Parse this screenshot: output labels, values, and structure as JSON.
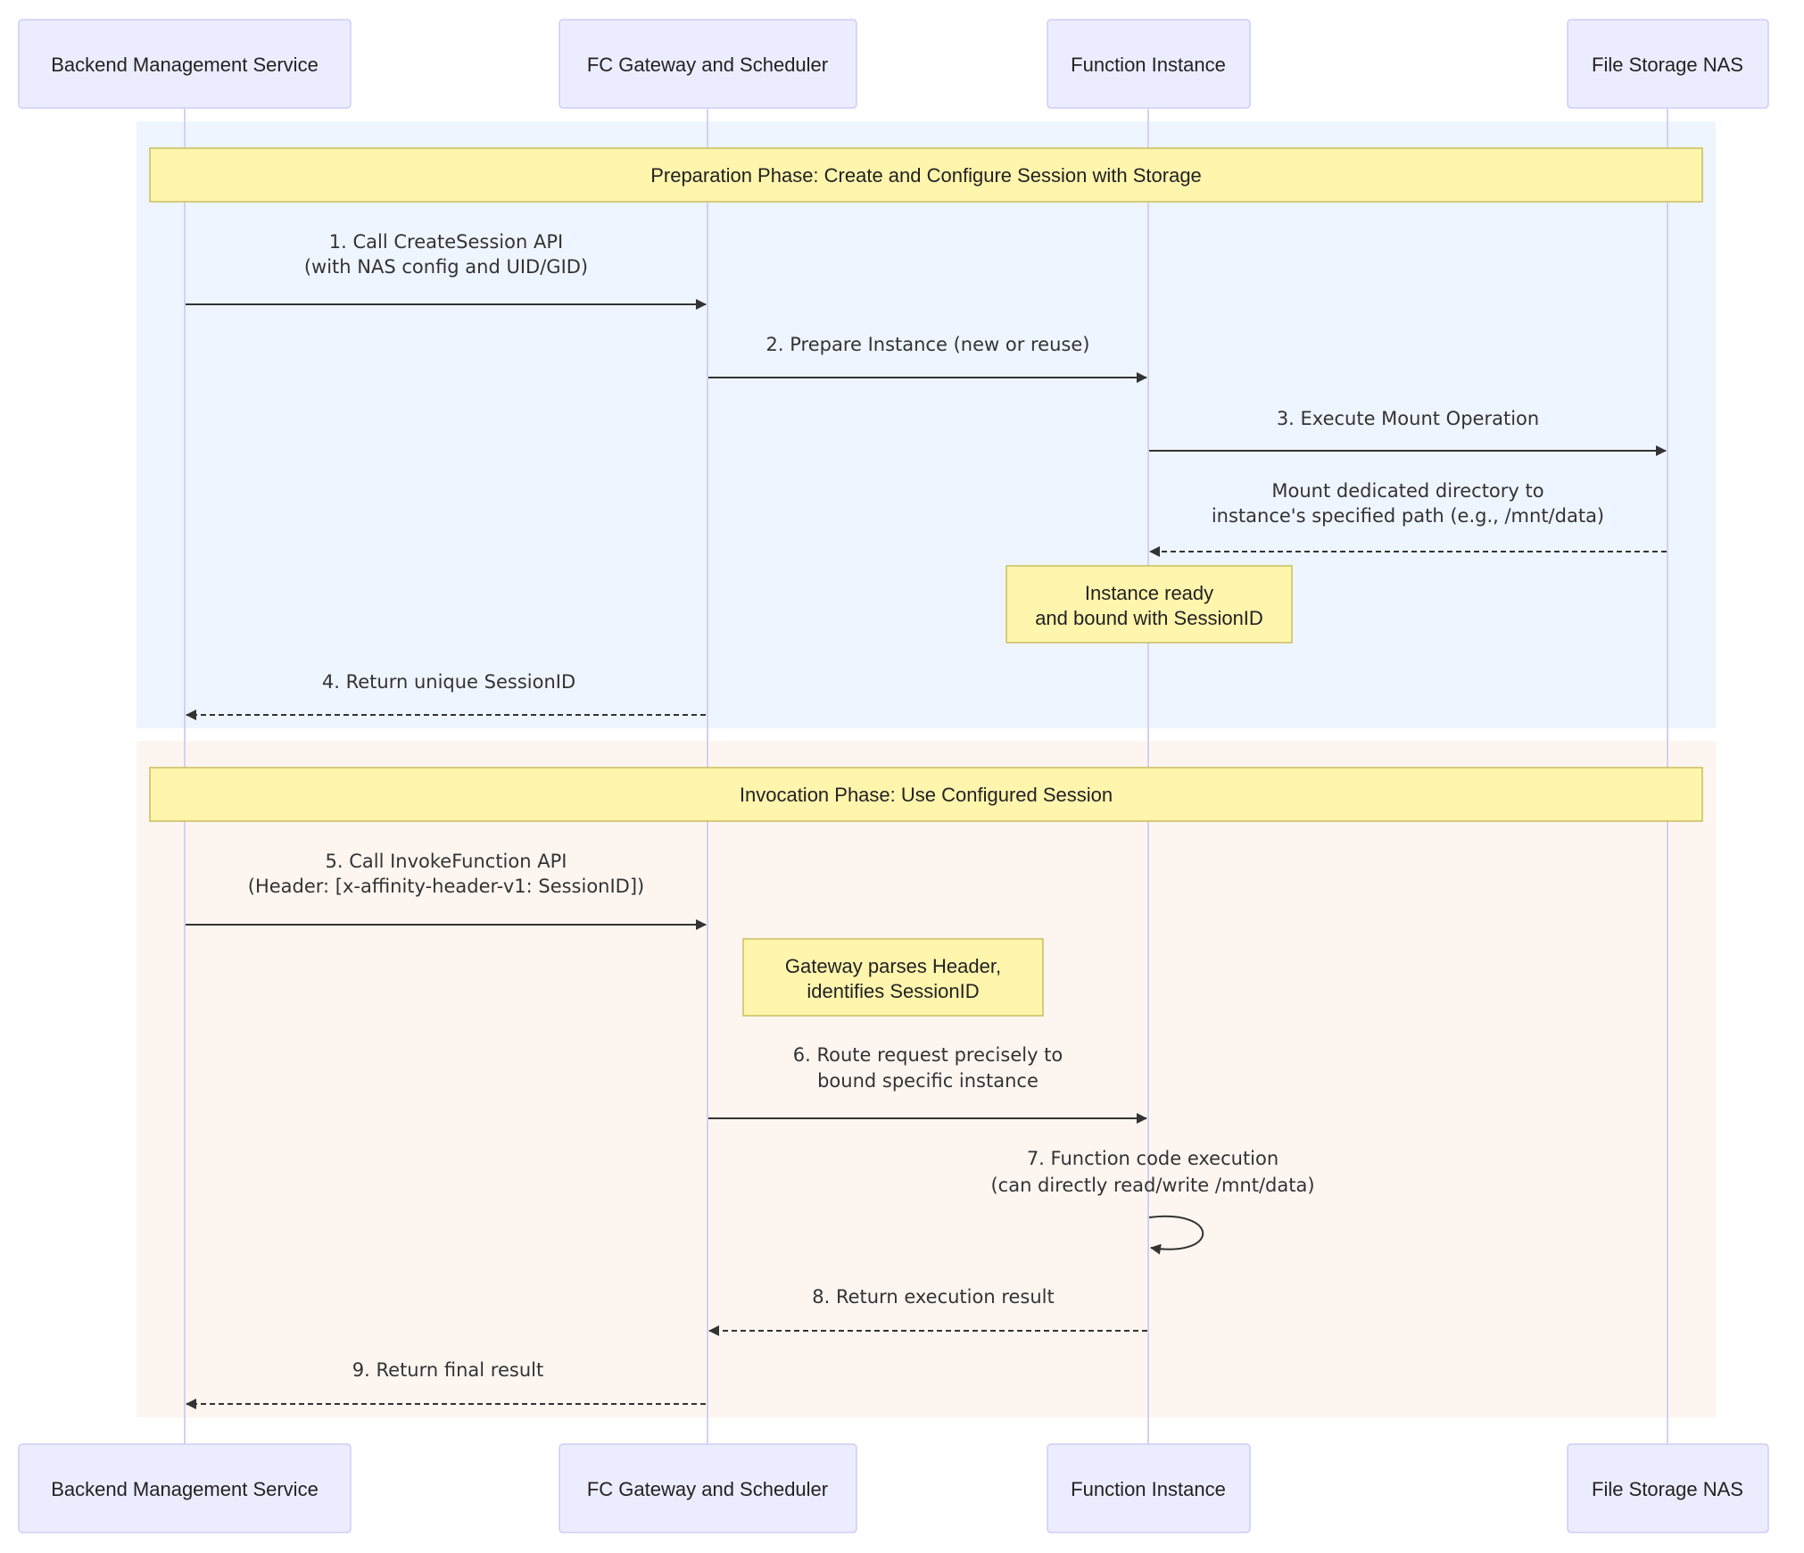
{
  "actors": [
    {
      "id": "bms",
      "label": "Backend Management Service"
    },
    {
      "id": "gw",
      "label": "FC Gateway and Scheduler"
    },
    {
      "id": "fi",
      "label": "Function Instance"
    },
    {
      "id": "nas",
      "label": "File Storage NAS"
    }
  ],
  "phases": [
    {
      "id": "prep",
      "title": "Preparation Phase: Create and Configure Session with Storage",
      "color": "#eef5ff"
    },
    {
      "id": "invoke",
      "title": "Invocation Phase: Use Configured Session",
      "color": "#fdf6f0"
    }
  ],
  "messages": [
    {
      "id": "m1",
      "lines": [
        "1. Call CreateSession API",
        "(with NAS config and UID/GID)"
      ],
      "from": "bms",
      "to": "gw",
      "style": "solid"
    },
    {
      "id": "m2",
      "lines": [
        "2. Prepare Instance (new or reuse)"
      ],
      "from": "gw",
      "to": "fi",
      "style": "solid"
    },
    {
      "id": "m3",
      "lines": [
        "3. Execute Mount Operation"
      ],
      "from": "fi",
      "to": "nas",
      "style": "solid"
    },
    {
      "id": "m3r",
      "lines": [
        "Mount dedicated directory to",
        "instance's specified path (e.g., /mnt/data)"
      ],
      "from": "nas",
      "to": "fi",
      "style": "dashed"
    },
    {
      "id": "m4",
      "lines": [
        "4. Return unique SessionID"
      ],
      "from": "gw",
      "to": "bms",
      "style": "dashed"
    },
    {
      "id": "m5",
      "lines": [
        "5. Call InvokeFunction API",
        "(Header: [x-affinity-header-v1: SessionID])"
      ],
      "from": "bms",
      "to": "gw",
      "style": "solid"
    },
    {
      "id": "m6",
      "lines": [
        "6. Route request precisely to",
        "bound specific instance"
      ],
      "from": "gw",
      "to": "fi",
      "style": "solid"
    },
    {
      "id": "m7",
      "lines": [
        "7. Function code execution",
        "(can directly read/write /mnt/data)"
      ],
      "from": "fi",
      "to": "fi",
      "style": "solid"
    },
    {
      "id": "m8",
      "lines": [
        "8. Return execution result"
      ],
      "from": "fi",
      "to": "gw",
      "style": "dashed"
    },
    {
      "id": "m9",
      "lines": [
        "9. Return final result"
      ],
      "from": "gw",
      "to": "bms",
      "style": "dashed"
    }
  ],
  "notes": [
    {
      "id": "n1",
      "lines": [
        "Instance ready",
        "and bound with SessionID"
      ],
      "over": "fi"
    },
    {
      "id": "n2",
      "lines": [
        "Gateway parses Header,",
        "identifies SessionID"
      ],
      "over": "gw"
    }
  ],
  "colors": {
    "actor_fill": "#ececff",
    "actor_stroke": "#cdcdf5",
    "lifeline": "#d4d0f2",
    "note_fill": "#fff5ad",
    "note_stroke": "#c9be5e",
    "arrow": "#333333"
  }
}
